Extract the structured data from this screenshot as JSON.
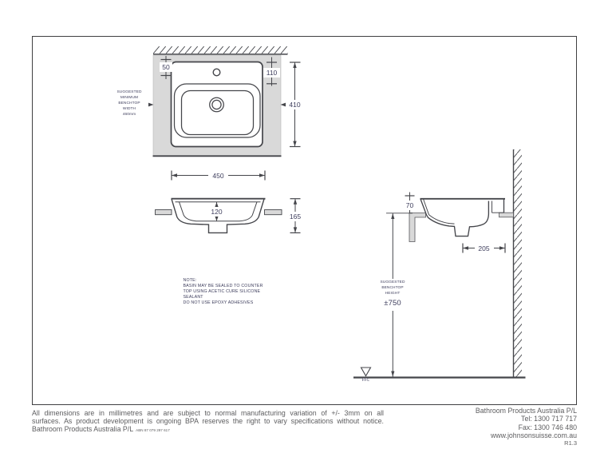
{
  "colors": {
    "line": "#45464b",
    "dim_text": "#3d3d5c",
    "benchtop_fill": "#d9d9d9",
    "footer_text": "#5d5d5f"
  },
  "top_view": {
    "dim_50": "50",
    "dim_110": "110",
    "dim_410": "410",
    "dim_450": "450",
    "benchtop_width_note": [
      "SUGGESTED",
      "MINIMUM",
      "BENCHTOP",
      "WIDTH",
      "460mm"
    ]
  },
  "front_view": {
    "dim_120": "120",
    "dim_165": "165"
  },
  "side_view": {
    "dim_70": "70",
    "dim_205": "205",
    "benchtop_height_note": [
      "SUGGESTED",
      "BENCHTOP",
      "HEIGHT"
    ],
    "benchtop_height_value": "±750",
    "floor_label": "FFL"
  },
  "notes": [
    "NOTE:",
    "BASIN MAY BE SEALED TO COUNTER",
    "TOP USING ACETIC CURE SILICONE",
    "SEALANT",
    "DO NOT USE EPOXY ADHESIVES"
  ],
  "footer_left": {
    "line1": "All dimensions are in millimetres and are subject to normal manufacturing variation of +/- 3mm on all",
    "line2": "surfaces. As product development is ongoing BPA reserves the right to vary specifications without notice.",
    "company": "Bathroom Products Australia P/L",
    "abn": "ABN 87 079 297 617"
  },
  "footer_right": {
    "company": "Bathroom Products Australia P/L",
    "tel": "Tel: 1300 717 717",
    "fax": "Fax: 1300 746 480",
    "website": "www.johnsonsuisse.com.au",
    "revision": "R1.3"
  }
}
